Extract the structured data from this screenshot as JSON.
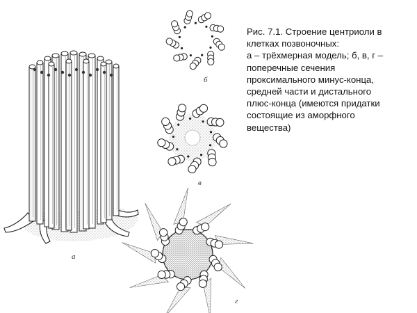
{
  "caption": {
    "lines": [
      "Рис. 7.1. Строение центриоли в",
      "клетках позвоночных:",
      "а – трёхмерная модель; б, в, г –",
      "поперечные сечения",
      "проксимального минус-конца,",
      "средней части и дистального",
      "плюс-конца (имеются придатки",
      "состоящие из аморфного",
      "вещества)"
    ]
  },
  "figure": {
    "label_a": "а",
    "label_b": "б",
    "label_v": "в",
    "label_g": "г"
  },
  "colors": {
    "ink": "#222222",
    "background": "#ffffff"
  }
}
